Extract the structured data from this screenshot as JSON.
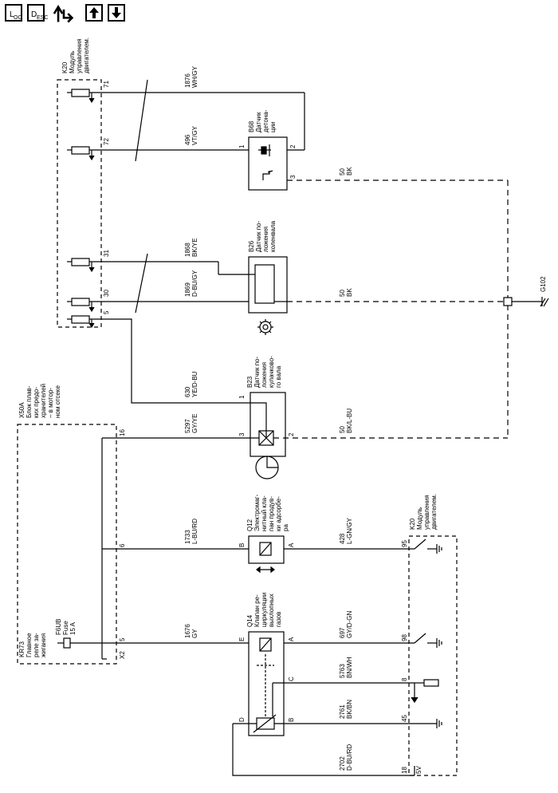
{
  "toolbar": {
    "loc_button": {
      "label_main": "L",
      "label_sub": "OC"
    },
    "desc_button": {
      "label_main": "D",
      "label_sub": "ESC"
    },
    "up_icon": "arrow-up-icon",
    "down_icon": "arrow-down-icon",
    "nav_icon": "power-flow-icon"
  },
  "modules": {
    "k20_top": [
      "K20",
      "Модуль",
      "управления",
      "двигателем."
    ],
    "k20_bottom": [
      "K20",
      "Модуль",
      "управления",
      "двигателем."
    ],
    "x50a": [
      "X50A",
      "Блок плав-",
      "ких предо-",
      "хранителей",
      "– в мотор-",
      "ном отсеке"
    ],
    "kr73": [
      "KR73",
      "Главное",
      "реле за-",
      "жигания"
    ],
    "fuse": [
      "F6UB",
      "Fuse",
      "15 A"
    ],
    "ground": "G102"
  },
  "components": {
    "b68": [
      "B68",
      "Датчик",
      "детона-",
      "ции"
    ],
    "b26": [
      "B26",
      "Датчик по-",
      "ложения",
      "коленвала"
    ],
    "b23": [
      "B23",
      "Датчик по-",
      "ложения",
      "кулачково-",
      "го вала"
    ],
    "q12": [
      "Q12",
      "Электромаг-",
      "нитный кла-",
      "пан продув-",
      "ки адсорбе-",
      "ра"
    ],
    "q14": [
      "Q14",
      "Клапан ре-",
      "циркуляции",
      "выхлопных",
      "газов"
    ]
  },
  "wires": {
    "w71": [
      "1876",
      "WH/GY"
    ],
    "w72": [
      "496",
      "VT/GY"
    ],
    "w31": [
      "1868",
      "BK/YE"
    ],
    "w30": [
      "1869",
      "D-BU/GY"
    ],
    "w5": [
      "630",
      "YE/D-BU"
    ],
    "w16": [
      "5297",
      "GY/YE"
    ],
    "w6": [
      "1733",
      "L-BU/RD"
    ],
    "wx2": [
      "1676",
      "GY"
    ],
    "b68_gnd": [
      "50",
      "BK"
    ],
    "b26_gnd": [
      "50",
      "BK"
    ],
    "b23_gnd": [
      "50",
      "BK/L-BU"
    ],
    "q12_a": [
      "428",
      "L-GN/GY"
    ],
    "q14_a": [
      "697",
      "GY/D-GN"
    ],
    "q14_c": [
      "5763",
      "BN/WH"
    ],
    "q14_b": [
      "2761",
      "BK/BN"
    ],
    "q14_d": [
      "2702",
      "D-BU/RD"
    ]
  },
  "pins": {
    "p71": "71",
    "p72": "72",
    "p31": "31",
    "p30": "30",
    "p5": "5",
    "p16": "16",
    "p6": "6",
    "p5b": "5",
    "px2": "X2",
    "b68_1": "1",
    "b68_2": "2",
    "b68_3": "3",
    "b23_1": "1",
    "b23_3": "3",
    "b23_2": "2",
    "q12_b": "B",
    "q12_a": "A",
    "q14_e": "E",
    "q14_a": "A",
    "q14_c": "C",
    "q14_b": "B",
    "q14_d": "D",
    "k20_95": "95",
    "k20_98": "98",
    "k20_8": "8",
    "k20_45": "45",
    "k20_18": "18",
    "k20_5v": "5V"
  }
}
